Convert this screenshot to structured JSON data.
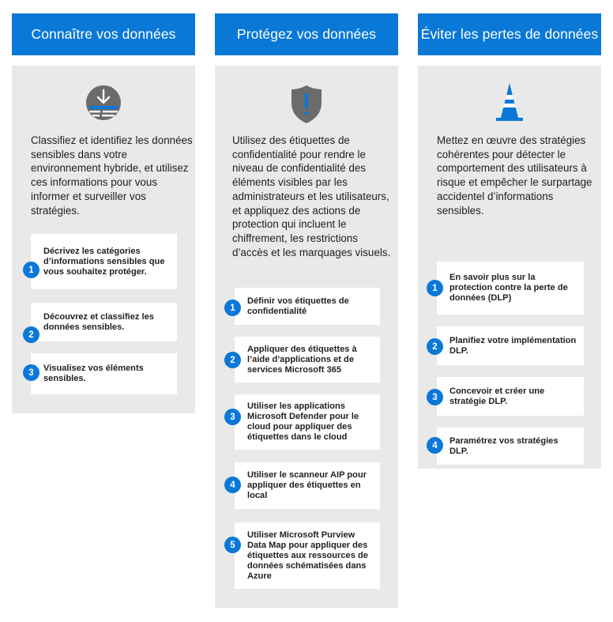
{
  "colors": {
    "accent": "#0a78d7",
    "panel": "#e9e9e9",
    "icon_gray": "#6b6b6b"
  },
  "columns": [
    {
      "title": "Connaître vos données",
      "icon": "download-classify-icon",
      "description": "Classifiez et identifiez les données sensibles dans votre environnement hybride, et utilisez ces informations pour vous informer et surveiller vos stratégies.",
      "steps": [
        {
          "num": "1",
          "text": "Décrivez les catégories d’informations sensibles que vous souhaitez protéger."
        },
        {
          "num": "2",
          "text": "Découvrez et classifiez les données sensibles."
        },
        {
          "num": "3",
          "text": "Visualisez vos éléments sensibles."
        }
      ]
    },
    {
      "title": "Protégez vos données",
      "icon": "shield-exclamation-icon",
      "description": "Utilisez des étiquettes de confidentialité pour rendre le niveau de confidentialité des éléments visibles par les administrateurs et les utilisateurs, et appliquez des actions de protection qui incluent le chiffrement, les restrictions d’accès et les marquages visuels.",
      "steps": [
        {
          "num": "1",
          "text": "Définir vos étiquettes de confidentialité"
        },
        {
          "num": "2",
          "text": "Appliquer des étiquettes à l’aide d’applications et de services Microsoft 365"
        },
        {
          "num": "3",
          "text": "Utiliser les applications Microsoft Defender pour le cloud pour appliquer des étiquettes dans le cloud"
        },
        {
          "num": "4",
          "text": "Utiliser le scanneur AIP pour appliquer des étiquettes en local"
        },
        {
          "num": "5",
          "text": "Utiliser Microsoft Purview Data Map pour appliquer des étiquettes aux ressources de données schématisées dans Azure"
        }
      ]
    },
    {
      "title": "Éviter les pertes de données",
      "icon": "traffic-cone-icon",
      "description": "Mettez en œuvre des stratégies cohérentes pour détecter le comportement des utilisateurs à risque et empêcher le surpartage accidentel d’informations sensibles.",
      "steps": [
        {
          "num": "1",
          "text": "En savoir plus sur la protection contre la perte de données (DLP)"
        },
        {
          "num": "2",
          "text": "Planifiez votre implémentation DLP."
        },
        {
          "num": "3",
          "text": "Concevoir et créer une stratégie DLP."
        },
        {
          "num": "4",
          "text": "Paramétrez vos stratégies DLP."
        }
      ]
    }
  ]
}
